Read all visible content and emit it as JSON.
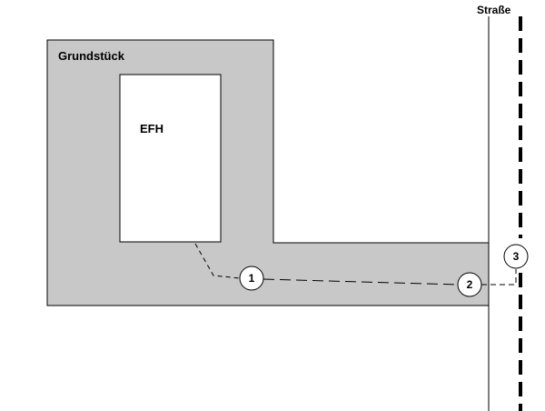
{
  "labels": {
    "plot": "Grundstück",
    "house": "EFH",
    "street": "Straße"
  },
  "points": {
    "p1": "1",
    "p2": "2",
    "p3": "3"
  },
  "colors": {
    "plot_fill": "#c8c8c8",
    "outline": "#000000",
    "house_fill": "#ffffff"
  }
}
